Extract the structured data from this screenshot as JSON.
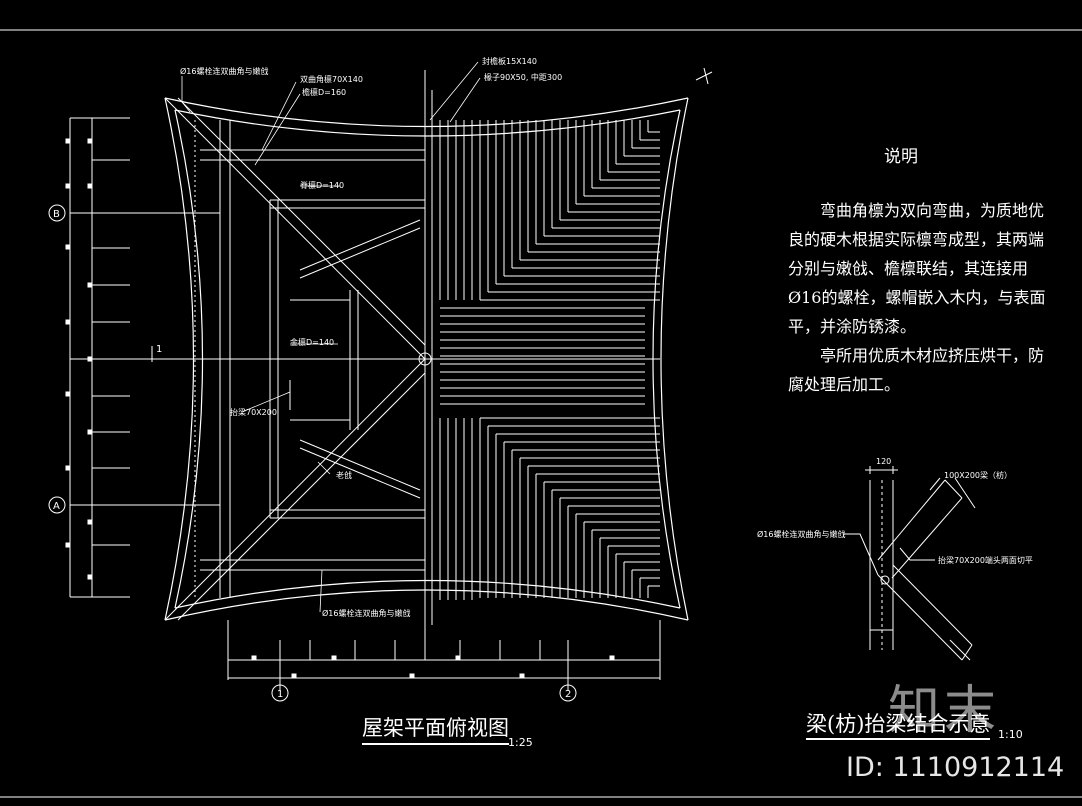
{
  "notes": {
    "title": "说明",
    "paragraphs": [
      "弯曲角檩为双向弯曲，为质地优良的硬木根据实际檩弯成型，其两端分别与嫩戗、檐檩联结，其连接用Ø16的螺栓，螺帽嵌入木内，与表面平，并涂防锈漆。",
      "亭所用优质木材应挤压烘干，防腐处理后加工。"
    ]
  },
  "plan": {
    "title": "屋架平面俯视图",
    "scale": "1:25",
    "axis_1": "1",
    "axis_2": "2",
    "axis_A": "A",
    "axis_B": "B",
    "section_mark": "1",
    "labels": {
      "bolt_top": "Ø16螺栓连双曲角与嫩戗",
      "double_beam": "双曲角檩70X140",
      "eave_purlin_top": "檐檩D=160",
      "eave_purlin_mid": "脊檩D=140",
      "rafter_board": "封檐板15X140",
      "rafter": "椽子90X50, 中距300",
      "hip_purlin": "金檩D=140",
      "lift_beam": "抬梁70X200",
      "old_hip": "老戗",
      "bolt_bottom": "Ø16螺栓连双曲角与嫩戗"
    }
  },
  "detail": {
    "title": "梁(枋)抬梁结合示意",
    "scale": "1:10",
    "dim_top": "120",
    "label_beam": "100X200梁（枋）",
    "label_bolt": "Ø16螺栓连双曲角与嫩戗",
    "label_lift": "抬梁70X200端头两面切平"
  },
  "watermark": {
    "logo": "知末",
    "id": "ID: 1110912114"
  }
}
